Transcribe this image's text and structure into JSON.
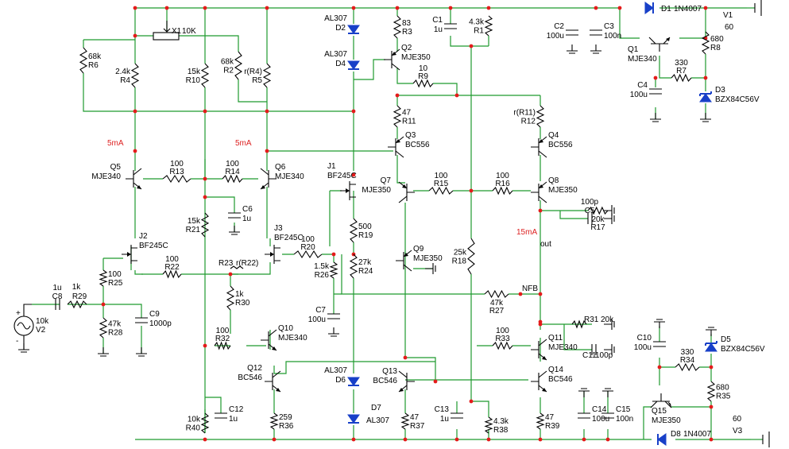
{
  "components": {
    "X1": {
      "ref": "X1",
      "value": "10K"
    },
    "R1": {
      "ref": "R1",
      "value": "4.3k"
    },
    "R2": {
      "ref": "R2",
      "value": "68k"
    },
    "R3": {
      "ref": "R3",
      "value": "83"
    },
    "R4": {
      "ref": "R4",
      "value": "2.4k"
    },
    "R5": {
      "ref": "R5",
      "value": "r(R4)"
    },
    "R6": {
      "ref": "R6",
      "value": "68k"
    },
    "R7": {
      "ref": "R7",
      "value": "330"
    },
    "R8": {
      "ref": "R8",
      "value": "680"
    },
    "R9": {
      "ref": "R9",
      "value": "10"
    },
    "R10": {
      "ref": "R10",
      "value": "15k"
    },
    "R11": {
      "ref": "R11",
      "value": "47"
    },
    "R12": {
      "ref": "R12",
      "value": "r(R11)"
    },
    "R13": {
      "ref": "R13",
      "value": "100"
    },
    "R14": {
      "ref": "R14",
      "value": "100"
    },
    "R15": {
      "ref": "R15",
      "value": "100"
    },
    "R16": {
      "ref": "R16",
      "value": "100"
    },
    "R17": {
      "ref": "R17",
      "value": "20k"
    },
    "R18": {
      "ref": "R18",
      "value": "25k"
    },
    "R19": {
      "ref": "R19",
      "value": "500"
    },
    "R20": {
      "ref": "R20",
      "value": "100"
    },
    "R21": {
      "ref": "R21",
      "value": "15k"
    },
    "R22": {
      "ref": "R22",
      "value": "100"
    },
    "R23": {
      "ref": "R23",
      "value": "r(R22)"
    },
    "R24": {
      "ref": "R24",
      "value": "27k"
    },
    "R25": {
      "ref": "R25",
      "value": "100"
    },
    "R26": {
      "ref": "R26",
      "value": "1.5k"
    },
    "R27": {
      "ref": "R27",
      "value": "47k"
    },
    "R28": {
      "ref": "R28",
      "value": "47k"
    },
    "R29": {
      "ref": "R29",
      "value": "1k"
    },
    "R30": {
      "ref": "R30",
      "value": "1k"
    },
    "R31": {
      "ref": "R31",
      "value": "20k"
    },
    "R32": {
      "ref": "R32",
      "value": "100"
    },
    "R33": {
      "ref": "R33",
      "value": "100"
    },
    "R34": {
      "ref": "R34",
      "value": "330"
    },
    "R35": {
      "ref": "R35",
      "value": "680"
    },
    "R36": {
      "ref": "R36",
      "value": "259"
    },
    "R37": {
      "ref": "R37",
      "value": "47"
    },
    "R38": {
      "ref": "R38",
      "value": "4.3k"
    },
    "R39": {
      "ref": "R39",
      "value": "47"
    },
    "R40": {
      "ref": "R40",
      "value": "10k"
    },
    "C1": {
      "ref": "C1",
      "value": "1u"
    },
    "C2": {
      "ref": "C2",
      "value": "100u"
    },
    "C3": {
      "ref": "C3",
      "value": "100n"
    },
    "C4": {
      "ref": "C4",
      "value": "100u"
    },
    "C5": {
      "ref": "C5",
      "value": "100p"
    },
    "C6": {
      "ref": "C6",
      "value": "1u"
    },
    "C7": {
      "ref": "C7",
      "value": "100u"
    },
    "C8": {
      "ref": "C8",
      "value": "1u"
    },
    "C9": {
      "ref": "C9",
      "value": "1000p"
    },
    "C10": {
      "ref": "C10",
      "value": "100u"
    },
    "C11": {
      "ref": "C11",
      "value": "100p"
    },
    "C12": {
      "ref": "C12",
      "value": "1u"
    },
    "C13": {
      "ref": "C13",
      "value": "1u"
    },
    "C14": {
      "ref": "C14",
      "value": "100u"
    },
    "C15": {
      "ref": "C15",
      "value": "100n"
    },
    "D1": {
      "ref": "D1",
      "value": "1N4007"
    },
    "D2": {
      "ref": "D2",
      "value": "AL307"
    },
    "D3": {
      "ref": "D3",
      "value": "BZX84C56V"
    },
    "D4": {
      "ref": "D4",
      "value": "AL307"
    },
    "D5": {
      "ref": "D5",
      "value": "BZX84C56V"
    },
    "D6": {
      "ref": "D6",
      "value": "AL307"
    },
    "D7": {
      "ref": "D7",
      "value": "AL307"
    },
    "D8": {
      "ref": "D8",
      "value": "1N4007"
    },
    "Q1": {
      "ref": "Q1",
      "value": "MJE340"
    },
    "Q2": {
      "ref": "Q2",
      "value": "MJE350"
    },
    "Q3": {
      "ref": "Q3",
      "value": "BC556"
    },
    "Q4": {
      "ref": "Q4",
      "value": "BC556"
    },
    "Q5": {
      "ref": "Q5",
      "value": "MJE340"
    },
    "Q6": {
      "ref": "Q6",
      "value": "MJE340"
    },
    "Q7": {
      "ref": "Q7",
      "value": "MJE350"
    },
    "Q8": {
      "ref": "Q8",
      "value": "MJE350"
    },
    "Q9": {
      "ref": "Q9",
      "value": "MJE350"
    },
    "Q10": {
      "ref": "Q10",
      "value": "MJE340"
    },
    "Q11": {
      "ref": "Q11",
      "value": "MJE340"
    },
    "Q12": {
      "ref": "Q12",
      "value": "BC546"
    },
    "Q13": {
      "ref": "Q13",
      "value": "BC546"
    },
    "Q14": {
      "ref": "Q14",
      "value": "BC546"
    },
    "Q15": {
      "ref": "Q15",
      "value": "MJE350"
    },
    "J1": {
      "ref": "J1",
      "value": "BF245C"
    },
    "J2": {
      "ref": "J2",
      "value": "BF245C"
    },
    "J3": {
      "ref": "J3",
      "value": "BF245C"
    },
    "V1": {
      "ref": "V1",
      "value": "60"
    },
    "V2": {
      "ref": "V2",
      "value": "10k"
    },
    "V3": {
      "ref": "V3",
      "value": "60"
    }
  },
  "annotations": {
    "i5ma_left": "5mA",
    "i5ma_mid": "5mA",
    "i15ma": "15mA",
    "out": "out",
    "nfb": "NFB"
  },
  "colors": {
    "wire": "#1f9a2e",
    "junction": "#e41b1b",
    "current_label": "#d22222",
    "diode": "#1840c8"
  }
}
